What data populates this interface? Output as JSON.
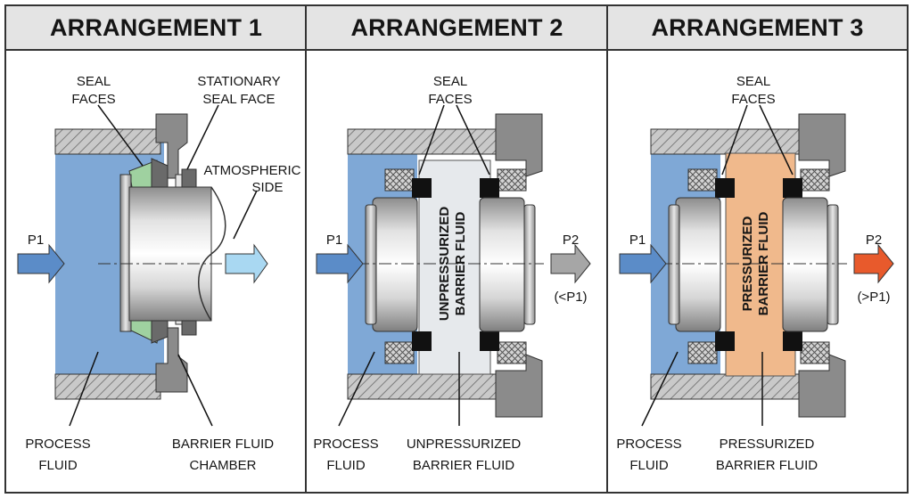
{
  "panels": [
    {
      "title": "ARRANGEMENT 1",
      "labels": {
        "seal_faces": [
          "SEAL",
          "FACES"
        ],
        "stationary": [
          "STATIONARY",
          "SEAL FACE"
        ],
        "atmospheric": [
          "ATMOSPHERIC",
          "SIDE"
        ],
        "p1": "P1",
        "process_fluid": [
          "PROCESS",
          "FLUID"
        ],
        "barrier_chamber": [
          "BARRIER FLUID",
          "CHAMBER"
        ]
      }
    },
    {
      "title": "ARRANGEMENT 2",
      "labels": {
        "seal_faces": [
          "SEAL",
          "FACES"
        ],
        "p1": "P1",
        "p2": "P2",
        "p2_note": "(<P1)",
        "inner_fluid": [
          "UNPRESSURIZED",
          "BARRIER FLUID"
        ],
        "process_fluid": [
          "PROCESS",
          "FLUID"
        ],
        "barrier_fluid": [
          "UNPRESSURIZED",
          "BARRIER FLUID"
        ]
      }
    },
    {
      "title": "ARRANGEMENT 3",
      "labels": {
        "seal_faces": [
          "SEAL",
          "FACES"
        ],
        "p1": "P1",
        "p2": "P2",
        "p2_note": "(>P1)",
        "inner_fluid": [
          "PRESSURIZED",
          "BARRIER FLUID"
        ],
        "process_fluid": [
          "PROCESS",
          "FLUID"
        ],
        "barrier_fluid": [
          "PRESSURIZED",
          "BARRIER FLUID"
        ]
      }
    }
  ],
  "colors": {
    "process_fluid": "#7fa8d6",
    "unpressurized_barrier": "#e6e9ec",
    "pressurized_barrier": "#f0b98c",
    "seal_green": "#9fd1a0",
    "p1_arrow": "#5b8cc8",
    "p2_arrow_gray": "#a6a6a6",
    "p2_arrow_red": "#e85a2c",
    "atm_arrow": "#a9d8f2",
    "title_bar": "#e4e4e4"
  }
}
